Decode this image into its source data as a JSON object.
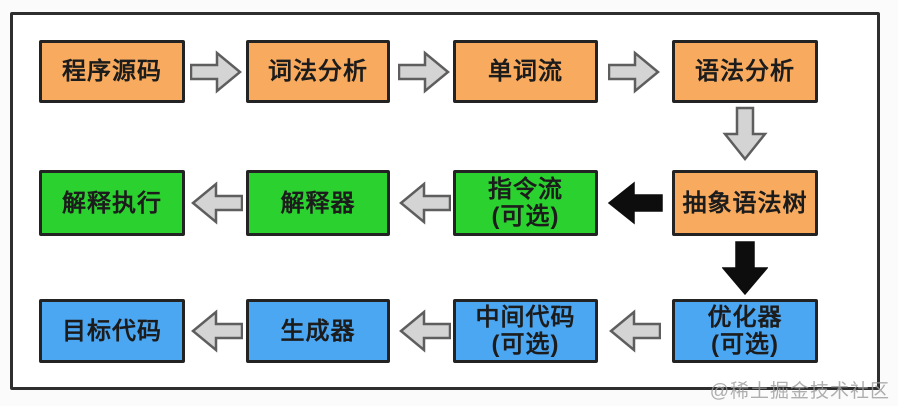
{
  "diagram": {
    "watermark": "@稀土掘金技术社区",
    "colors": {
      "orange": "#f8ab5e",
      "green": "#2bd22f",
      "blue": "#4ca7f2",
      "border": "#2e2e2e",
      "arrow_gray_fill": "#d4d4d4",
      "arrow_gray_stroke": "#5e5e5e",
      "arrow_black": "#0d0d0d"
    },
    "nodes": {
      "source": {
        "label": "程序源码"
      },
      "lexer": {
        "label": "词法分析"
      },
      "token_stream": {
        "label": "单词流"
      },
      "parser": {
        "label": "语法分析"
      },
      "ast": {
        "label": "抽象语法树"
      },
      "instruction_stream": {
        "label": "指令流",
        "sublabel": "(可选)"
      },
      "interpreter": {
        "label": "解释器"
      },
      "interpret_execute": {
        "label": "解释执行"
      },
      "optimizer": {
        "label": "优化器",
        "sublabel": "(可选)"
      },
      "intermediate_code": {
        "label": "中间代码",
        "sublabel": "(可选)"
      },
      "generator": {
        "label": "生成器"
      },
      "target_code": {
        "label": "目标代码"
      }
    }
  }
}
